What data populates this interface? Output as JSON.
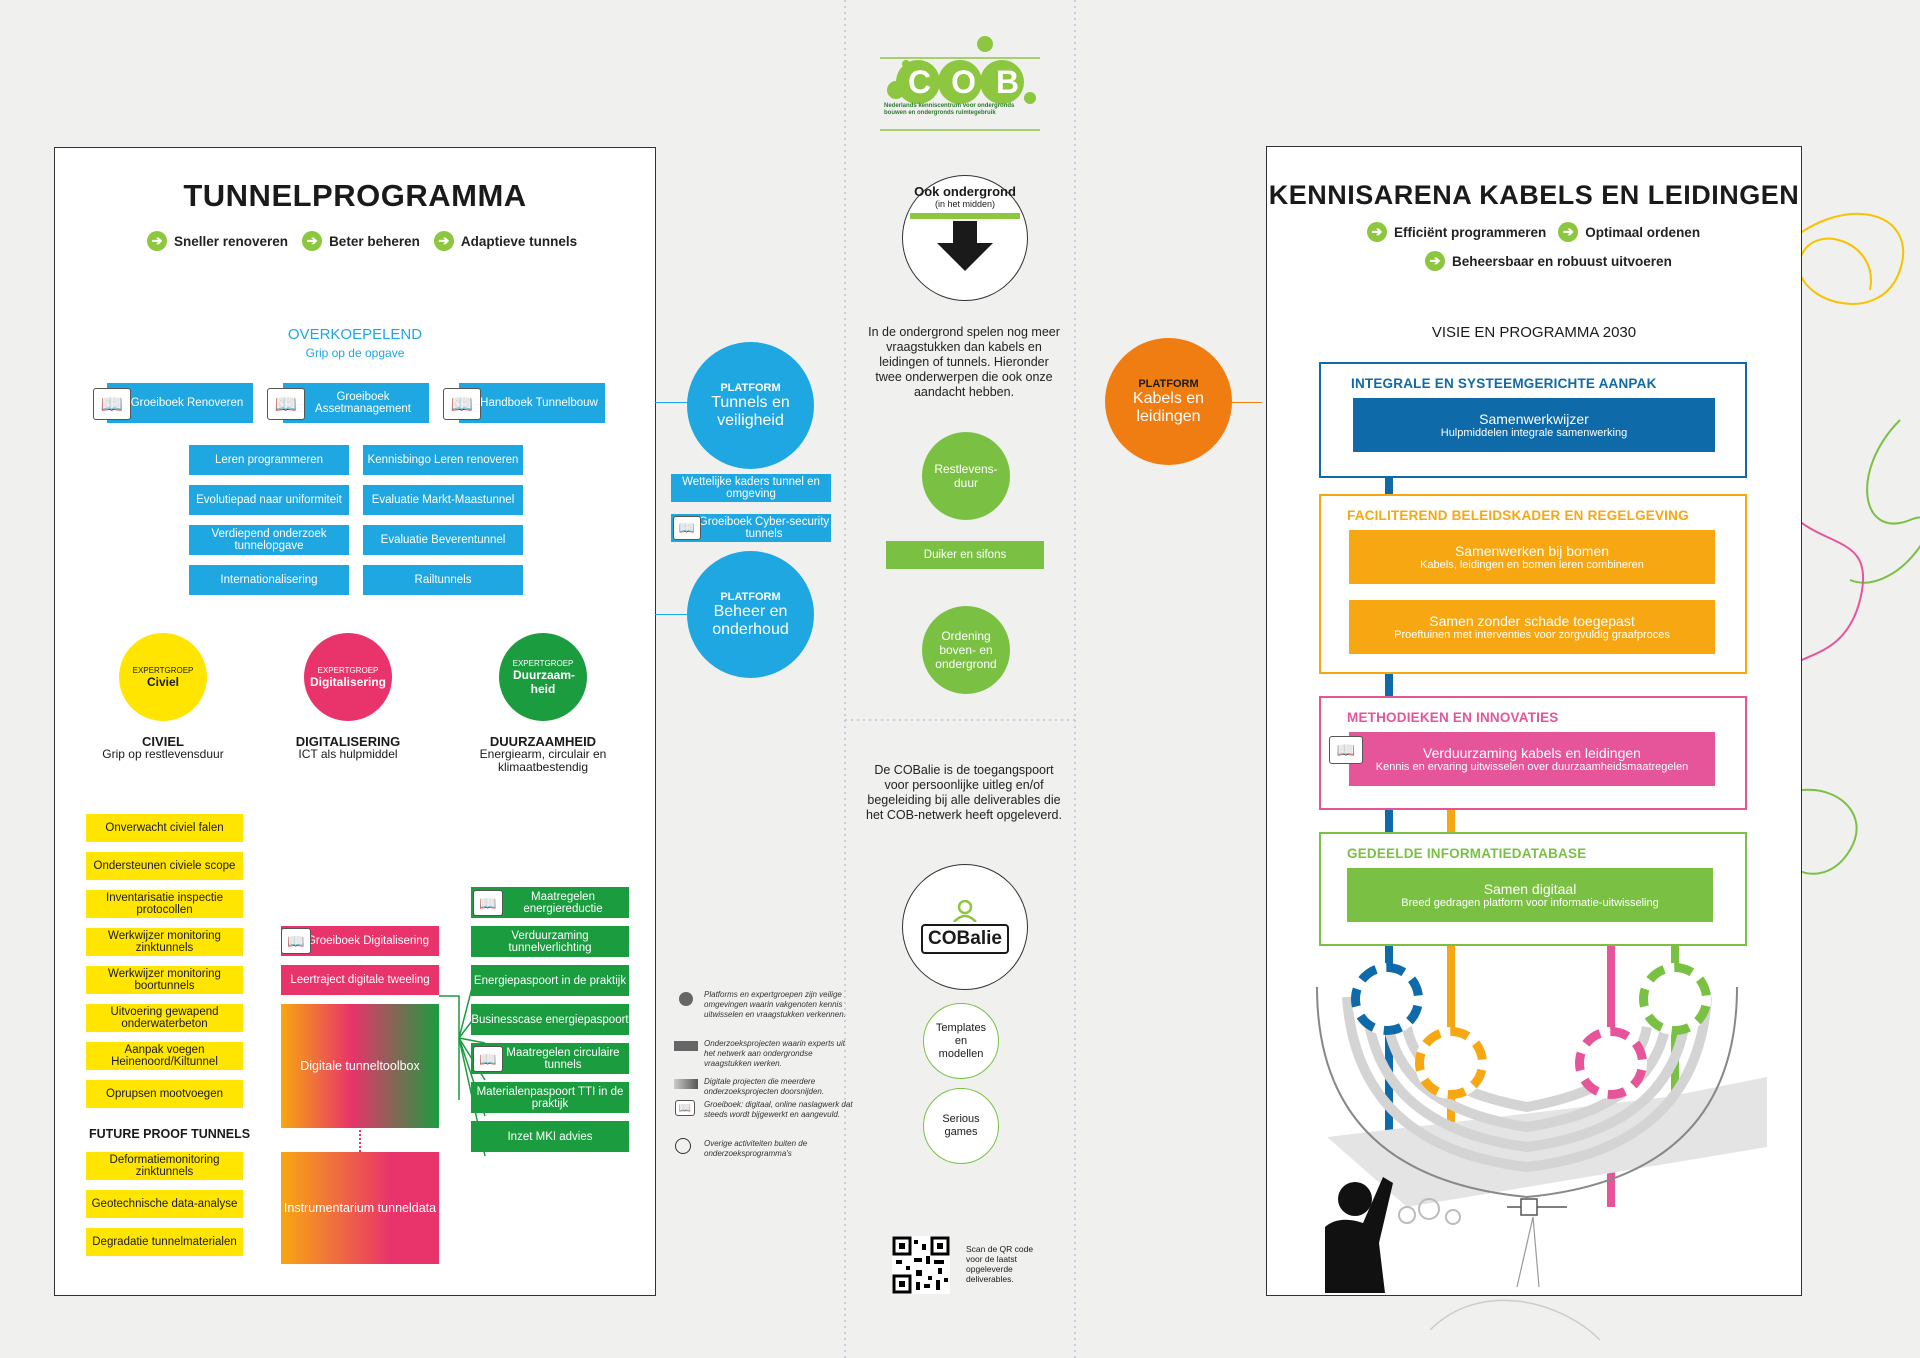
{
  "cob": {
    "logo_text": "COB",
    "logo_caption": "Nederlands kenniscentrum voor ondergronds bouwen en ondergronds ruimtegebruik"
  },
  "tunnel": {
    "title": "TUNNELPROGRAMMA",
    "goals": [
      "Sneller renoveren",
      "Beter beheren",
      "Adaptieve tunnels"
    ],
    "overkoepelend": "OVERKOEPELEND",
    "overkoepelend_sub": "Grip op de opgave",
    "book_boxes": [
      "Groeiboek Renoveren",
      "Groeiboek Assetmanagement",
      "Handboek Tunnelbouw"
    ],
    "projects_left": [
      "Leren programmeren",
      "Evolutiepad naar uniformiteit",
      "Verdiepend onderzoek tunnelopgave",
      "Internationalisering"
    ],
    "projects_right": [
      "Kennisbingo Leren renoveren",
      "Evaluatie Markt-Maastunnel",
      "Evaluatie Beverentunnel",
      "Railtunnels"
    ],
    "expert_label": "EXPERTGROEP",
    "experts": [
      {
        "name": "Civiel",
        "caption_title": "CIVIEL",
        "caption_sub": "Grip op restlevensduur"
      },
      {
        "name": "Digitalisering",
        "caption_title": "DIGITALISERING",
        "caption_sub": "ICT als hulpmiddel"
      },
      {
        "name": "Duurzaam-heid",
        "caption_title": "DUURZAAMHEID",
        "caption_sub": "Energiearm, circulair en klimaatbestendig"
      }
    ],
    "civiel_items": [
      "Onverwacht civiel falen",
      "Ondersteunen civiele scope",
      "Inventarisatie inspectie protocollen",
      "Werkwijzer monitoring zinktunnels",
      "Werkwijzer monitoring boortunnels",
      "Uitvoering gewapend onderwaterbeton",
      "Aanpak voegen Heinenoord/Kiltunnel",
      "Oprupsen mootvoegen"
    ],
    "future_proof": "FUTURE PROOF TUNNELS",
    "future_items": [
      "Deformatiemonitoring zinktunnels",
      "Geotechnische data-analyse",
      "Degradatie tunnelmaterialen"
    ],
    "digi_items": [
      "Groeiboek Digitalisering",
      "Leertraject digitale tweeling"
    ],
    "digi_toolbox": "Digitale tunneltoolbox",
    "instrumentarium": "Instrumentarium tunneldata",
    "duurzaam_items": [
      "Maatregelen energiereductie",
      "Verduurzaming tunnelverlichting",
      "Energiepaspoort in de praktijk",
      "Businesscase energiepaspoort",
      "Maatregelen circulaire tunnels",
      "Materialenpaspoort TTI in de praktijk",
      "Inzet MKI advies"
    ]
  },
  "platform": {
    "label": "PLATFORM",
    "tunnels": "Tunnels en veiligheid",
    "beheer": "Beheer en onderhoud",
    "kabels": "Kabels en leidingen",
    "boxes": [
      "Wettelijke kaders tunnel en omgeving",
      "Groeiboek Cyber-security tunnels"
    ]
  },
  "middle": {
    "ook_title": "Ook ondergrond",
    "ook_sub": "(in het midden)",
    "intro": "In de ondergrond spelen nog meer vraagstukken dan kabels en leidingen of tunnels. Hieronder twee onderwerpen die ook onze aandacht hebben.",
    "restlevensduur": "Restlevens-duur",
    "duiker": "Duiker en sifons",
    "ordening": "Ordening boven- en ondergrond",
    "cobalie_text": "De COBalie is de toegangspoort voor persoonlijke uitleg en/of begeleiding bij alle deliverables die het COB-netwerk heeft opgeleverd.",
    "cobalie": "COBalie",
    "templates": "Templates en modellen",
    "serious": "Serious games",
    "legend": [
      "Platforms en expertgroepen zijn veilige omgevingen waarin vakgenoten kennis uitwisselen en vraagstukken verkennen.",
      "Onderzoeksprojecten waarin experts uit het netwerk aan ondergrondse vraagstukken werken.",
      "Digitale projecten die meerdere onderzoeksprojecten doorsnijden.",
      "Groeiboek: digitaal, online naslagwerk dat steeds wordt bijgewerkt en aangevuld.",
      "Overige activiteiten buiten de onderzoeksprogramma's"
    ],
    "qr_text": "Scan de QR code voor de laatst opgeleverde deliverables."
  },
  "kabels": {
    "title": "KENNISARENA KABELS EN LEIDINGEN",
    "goals": [
      "Efficiënt programmeren",
      "Optimaal ordenen",
      "Beheersbaar en robuust uitvoeren"
    ],
    "visie": "VISIE EN PROGRAMMA 2030",
    "sections": [
      {
        "title": "INTEGRALE EN SYSTEEMGERICHTE AANPAK",
        "items": [
          {
            "t": "Samenwerkwijzer",
            "s": "Hulpmiddelen integrale samenwerking"
          }
        ]
      },
      {
        "title": "FACILITEREND BELEIDSKADER EN REGELGEVING",
        "items": [
          {
            "t": "Samenwerken bij bomen",
            "s": "Kabels, leidingen en bomen leren combineren"
          },
          {
            "t": "Samen zonder schade toegepast",
            "s": "Proeftuinen met interventies voor zorgvuldig graafproces"
          }
        ]
      },
      {
        "title": "METHODIEKEN EN INNOVATIES",
        "items": [
          {
            "t": "Verduurzaming kabels en leidingen",
            "s": "Kennis en ervaring uitwisselen over duurzaamheidsmaatregelen"
          }
        ]
      },
      {
        "title": "GEDEELDE INFORMATIEDATABASE",
        "items": [
          {
            "t": "Samen digitaal",
            "s": "Breed gedragen platform voor informatie-uitwisseling"
          }
        ]
      }
    ]
  },
  "colors": {
    "blue": "#1ea7e1",
    "darkblue": "#0e6aa8",
    "yellow": "#ffe500",
    "orange": "#f7a711",
    "pink": "#e6559a",
    "green": "#1a9c3f",
    "lime": "#7ac143",
    "platform_orange": "#f07d12"
  }
}
